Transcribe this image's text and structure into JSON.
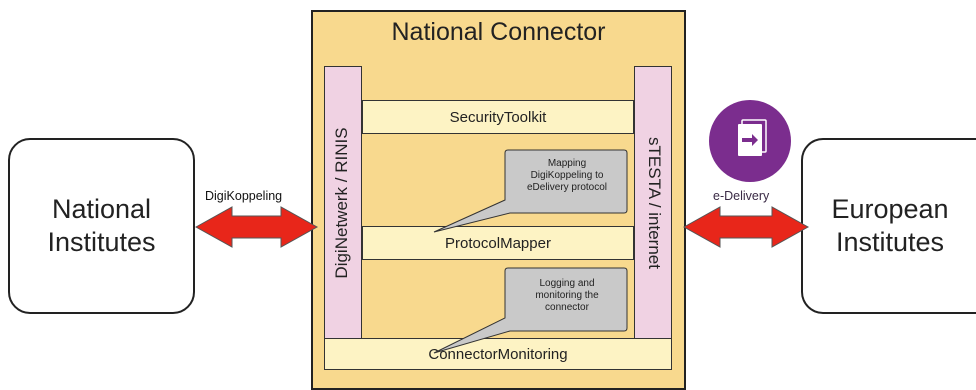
{
  "panel": {
    "title": "National Connector",
    "left_column_label": "DigiNetwerk / RINIS",
    "right_column_label": "sTESTA / internet",
    "components": [
      "SecurityToolkit",
      "ProtocolMapper",
      "ConnectorMonitoring"
    ]
  },
  "callouts": [
    {
      "text": "Mapping\nDigiKoppeling to\neDelivery protocol"
    },
    {
      "text": "Logging and\nmonitoring the\nconnector"
    }
  ],
  "left_box": {
    "label": "National\nInstitutes"
  },
  "right_box": {
    "label": "European\nInstitutes"
  },
  "left_link_label": "DigiKoppeling",
  "right_link_label": "e-Delivery",
  "colors": {
    "panel": "#f8d98e",
    "column": "#f0d2e3",
    "bar": "#fdf3c4",
    "callout": "#c9c9c9",
    "arrow": "#e8261a",
    "edelivery_icon": "#7b2d8e"
  },
  "icons": {
    "edelivery": "document-arrow-icon"
  }
}
